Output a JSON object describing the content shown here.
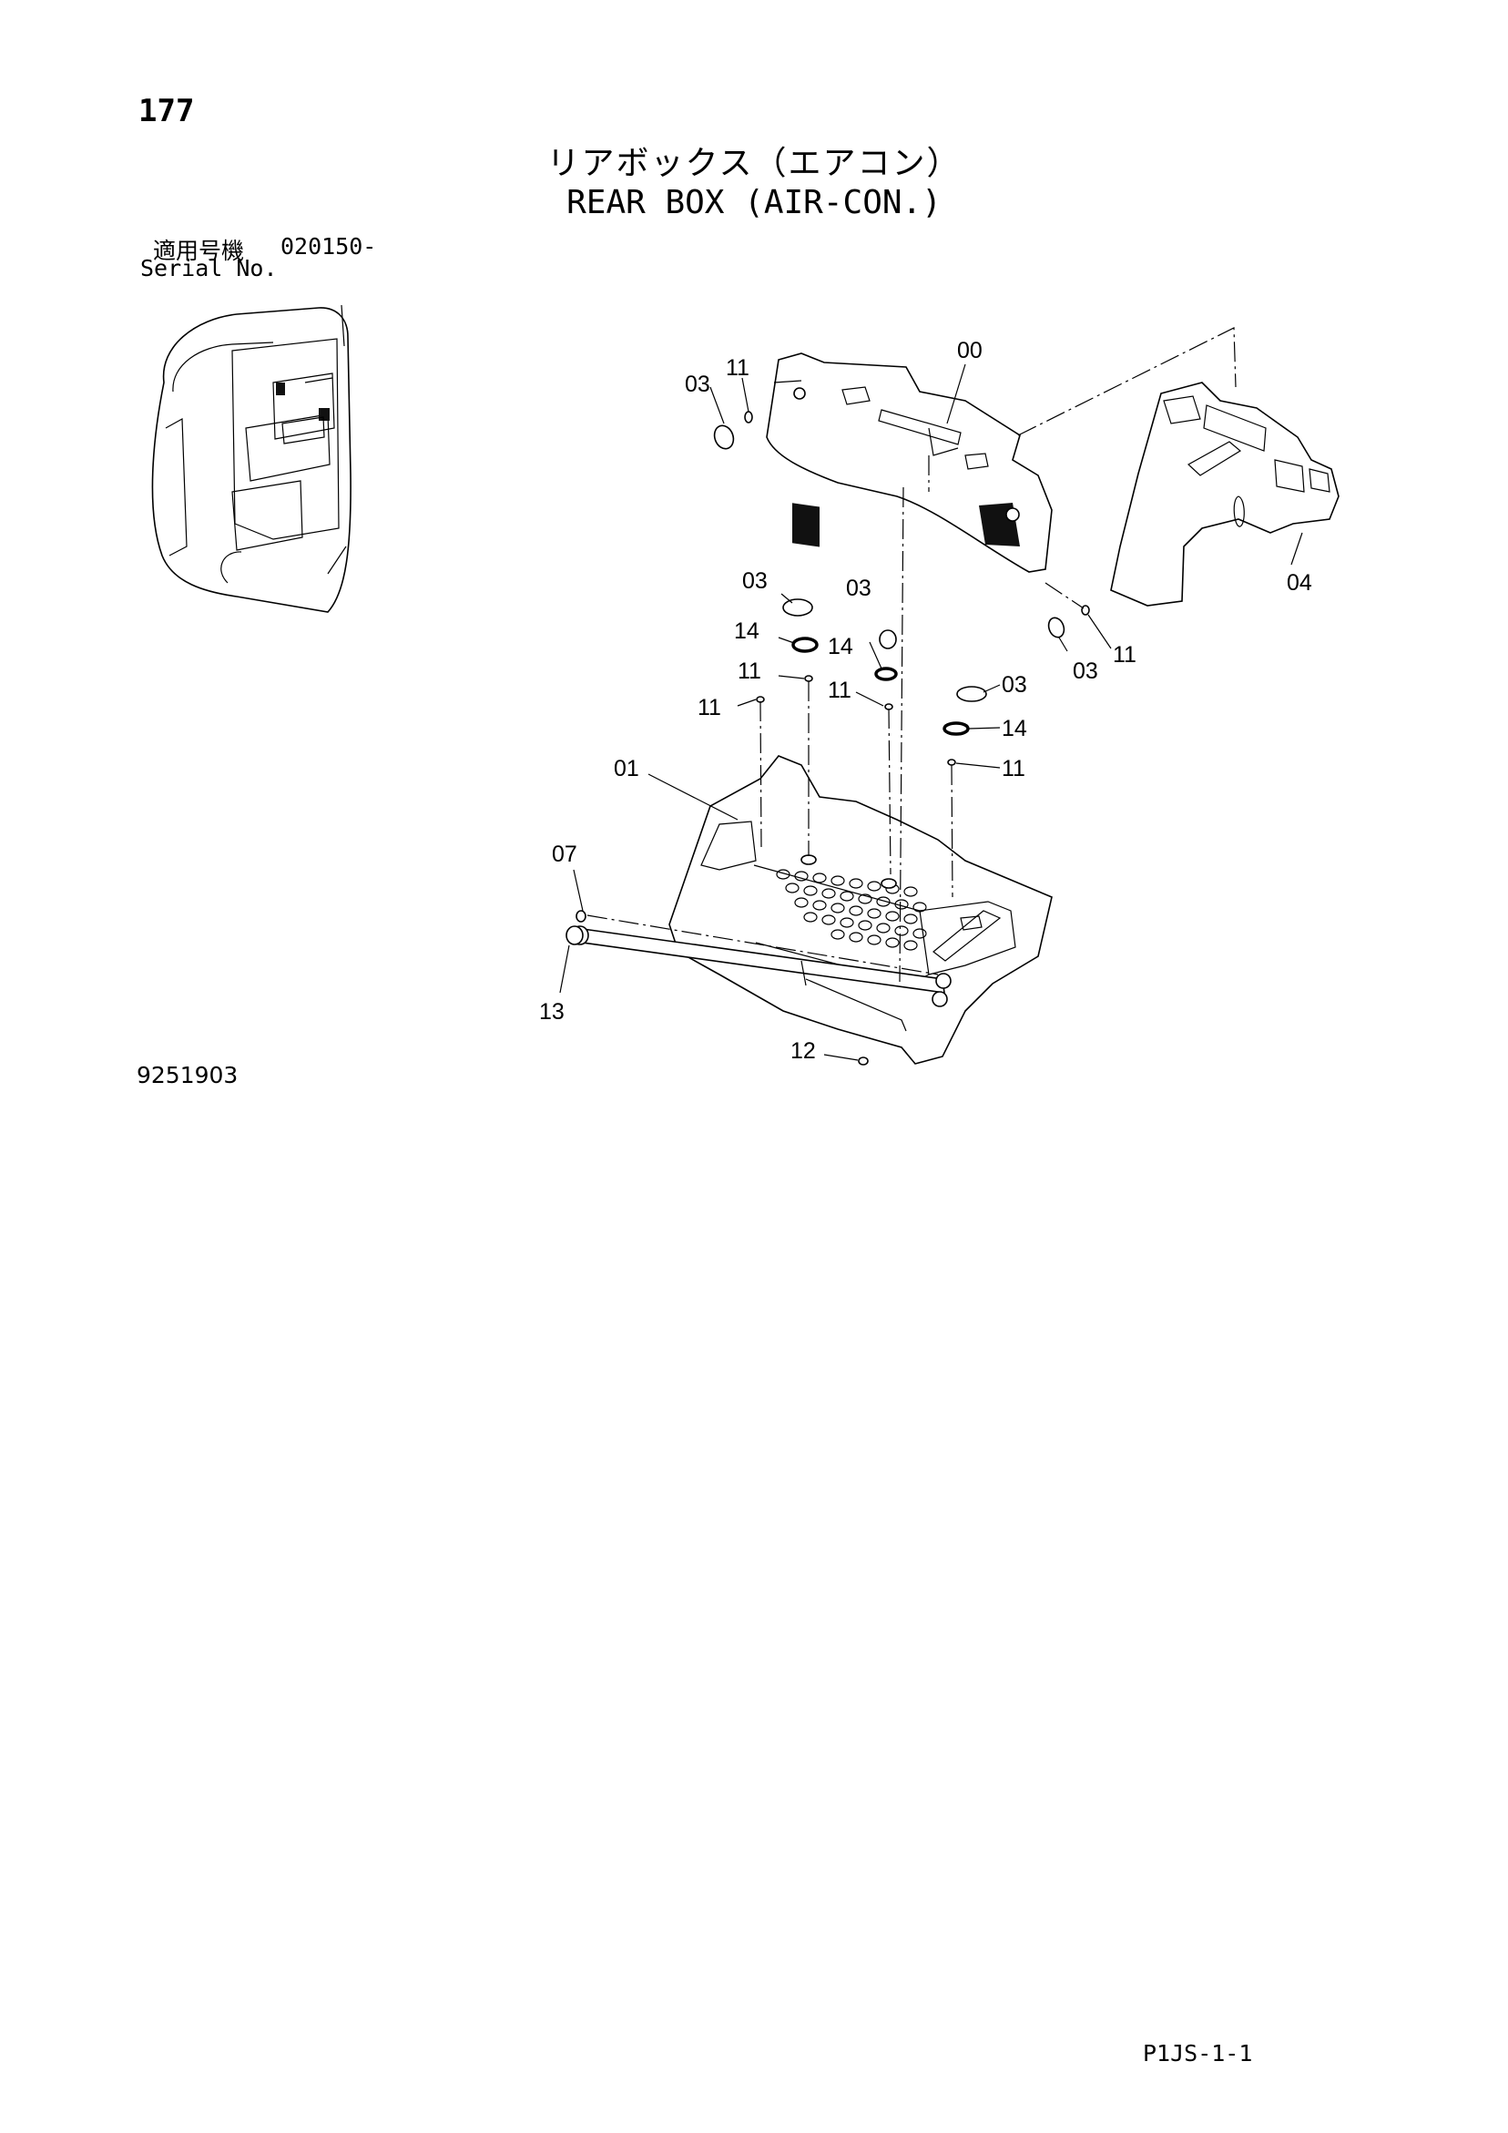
{
  "page": {
    "number": "177",
    "title_ja": "リアボックス（エアコン）",
    "title_en": "REAR BOX (AIR-CON.)",
    "serial_label_ja": "適用号機",
    "serial_number": "020150-",
    "serial_label_en": "Serial No.",
    "figure_number": "9251903",
    "page_code": "P1JS-1-1"
  },
  "callouts": [
    {
      "id": "c00",
      "text": "00"
    },
    {
      "id": "c03a",
      "text": "03"
    },
    {
      "id": "c11a",
      "text": "11"
    },
    {
      "id": "c04",
      "text": "04"
    },
    {
      "id": "c03b",
      "text": "03"
    },
    {
      "id": "c03c",
      "text": "03"
    },
    {
      "id": "c14a",
      "text": "14"
    },
    {
      "id": "c14b",
      "text": "14"
    },
    {
      "id": "c11b",
      "text": "11"
    },
    {
      "id": "c11c",
      "text": "11"
    },
    {
      "id": "c11d",
      "text": "11"
    },
    {
      "id": "c03d",
      "text": "03"
    },
    {
      "id": "c11e",
      "text": "11"
    },
    {
      "id": "c03e",
      "text": "03"
    },
    {
      "id": "c14c",
      "text": "14"
    },
    {
      "id": "c11f",
      "text": "11"
    },
    {
      "id": "c01",
      "text": "01"
    },
    {
      "id": "c07",
      "text": "07"
    },
    {
      "id": "c13",
      "text": "13"
    },
    {
      "id": "c12",
      "text": "12"
    }
  ]
}
